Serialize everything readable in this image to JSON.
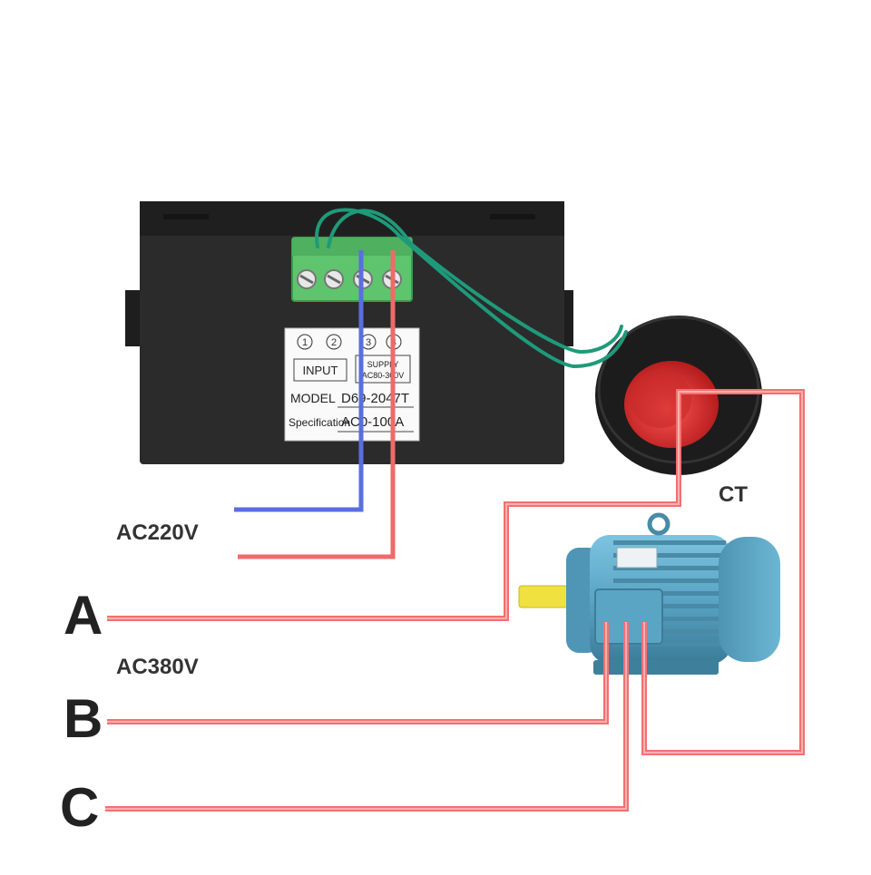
{
  "meter": {
    "terminals": [
      "1",
      "2",
      "3",
      "4"
    ],
    "input_label": "INPUT",
    "supply_label": "SUPPLY",
    "supply_range": "AC80-300V",
    "model_label": "MODEL",
    "model_value": "D69-2047T",
    "spec_label": "Specification",
    "spec_value": "AC0-100A"
  },
  "labels": {
    "ac220": "AC220V",
    "ac380": "AC380V",
    "ct": "CT",
    "phase_a": "A",
    "phase_b": "B",
    "phase_c": "C"
  },
  "colors": {
    "wire_red": "#f06a6a",
    "wire_blue": "#5a6ee0",
    "wire_green": "#1e9a7a",
    "meter_body": "#2a2a2a",
    "terminal_block": "#5ec46e",
    "motor_body": "#5fa8c8",
    "shaft": "#f0e040"
  }
}
